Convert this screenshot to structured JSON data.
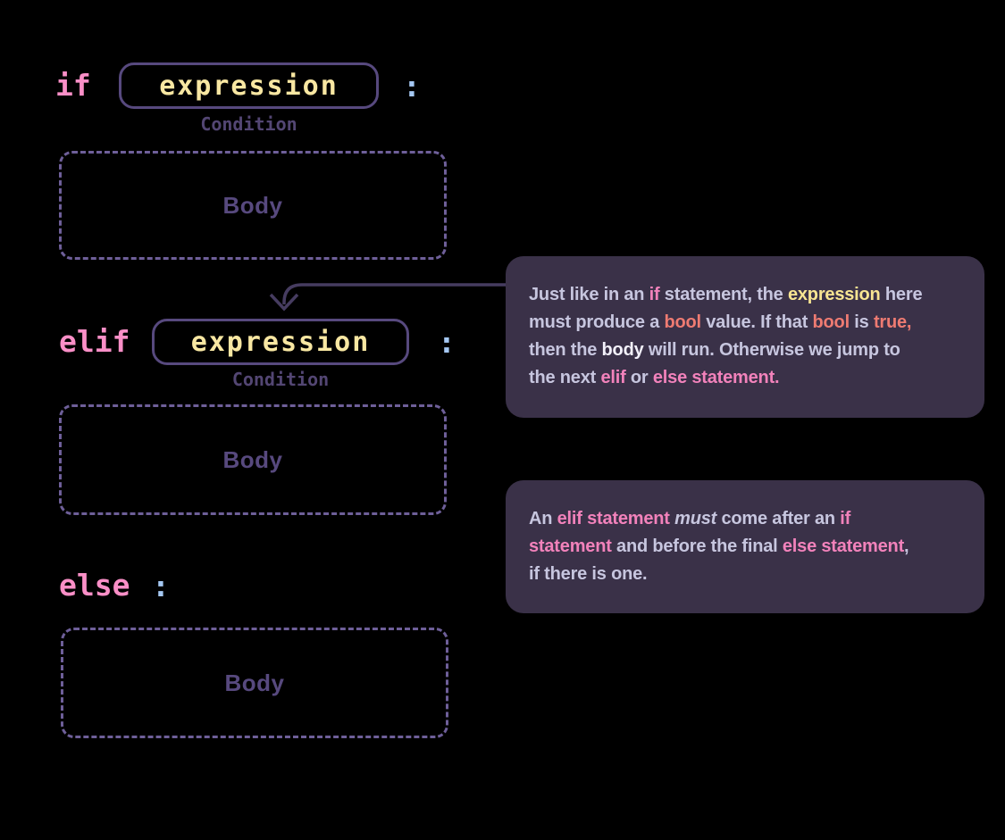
{
  "colors": {
    "background": "#000000",
    "keyword_pink": "#FA8FC7",
    "expression_yellow": "#F8E7A2",
    "colon_blue": "#A5C8F3",
    "expr_border": "#57497E",
    "condition_purple": "#534673",
    "body_border": "#6E5F99",
    "body_text": "#57497E",
    "arrow": "#463C60",
    "tooltip_bg": "#3A3148",
    "tooltip_text": "#C7C6DF",
    "tooltip_pink": "#F282BB",
    "tooltip_yellow": "#F8E592",
    "tooltip_red": "#EE7B72",
    "tooltip_white": "#F2F0FA"
  },
  "diagram": {
    "if_row": {
      "keyword": "if",
      "expression": "expression",
      "colon": ":",
      "condition": "Condition",
      "body": "Body"
    },
    "elif_row": {
      "keyword": "elif",
      "expression": "expression",
      "colon": ":",
      "condition": "Condition",
      "body": "Body"
    },
    "else_row": {
      "keyword": "else",
      "colon": ":",
      "body": "Body"
    }
  },
  "tooltips": {
    "elif_expression": {
      "lines": [
        [
          {
            "t": "Just like in an ",
            "s": "d"
          },
          {
            "t": "if",
            "s": "pink"
          },
          {
            "t": " statement, the ",
            "s": "d"
          },
          {
            "t": "expression",
            "s": "yellow"
          },
          {
            "t": " here",
            "s": "d"
          }
        ],
        [
          {
            "t": "must produce a ",
            "s": "d"
          },
          {
            "t": "bool",
            "s": "red"
          },
          {
            "t": " value. If that ",
            "s": "d"
          },
          {
            "t": "bool",
            "s": "red"
          },
          {
            "t": " is ",
            "s": "d"
          },
          {
            "t": "true,",
            "s": "red"
          }
        ],
        [
          {
            "t": "then the ",
            "s": "d"
          },
          {
            "t": "body",
            "s": "white"
          },
          {
            "t": " will run. Otherwise we jump to",
            "s": "d"
          }
        ],
        [
          {
            "t": "the next ",
            "s": "d"
          },
          {
            "t": "elif",
            "s": "pink"
          },
          {
            "t": " or ",
            "s": "d"
          },
          {
            "t": "else statement.",
            "s": "pink"
          }
        ]
      ]
    },
    "elif_order": {
      "lines": [
        [
          {
            "t": "An ",
            "s": "d"
          },
          {
            "t": "elif statement",
            "s": "pink"
          },
          {
            "t": " ",
            "s": "d"
          },
          {
            "t": "must",
            "s": "i"
          },
          {
            "t": " come after an ",
            "s": "d"
          },
          {
            "t": "if",
            "s": "pink"
          }
        ],
        [
          {
            "t": "statement",
            "s": "pink"
          },
          {
            "t": " and before the final ",
            "s": "d"
          },
          {
            "t": "else statement",
            "s": "pink"
          },
          {
            "t": ",",
            "s": "d"
          }
        ],
        [
          {
            "t": "if there is one.",
            "s": "d"
          }
        ]
      ]
    }
  }
}
